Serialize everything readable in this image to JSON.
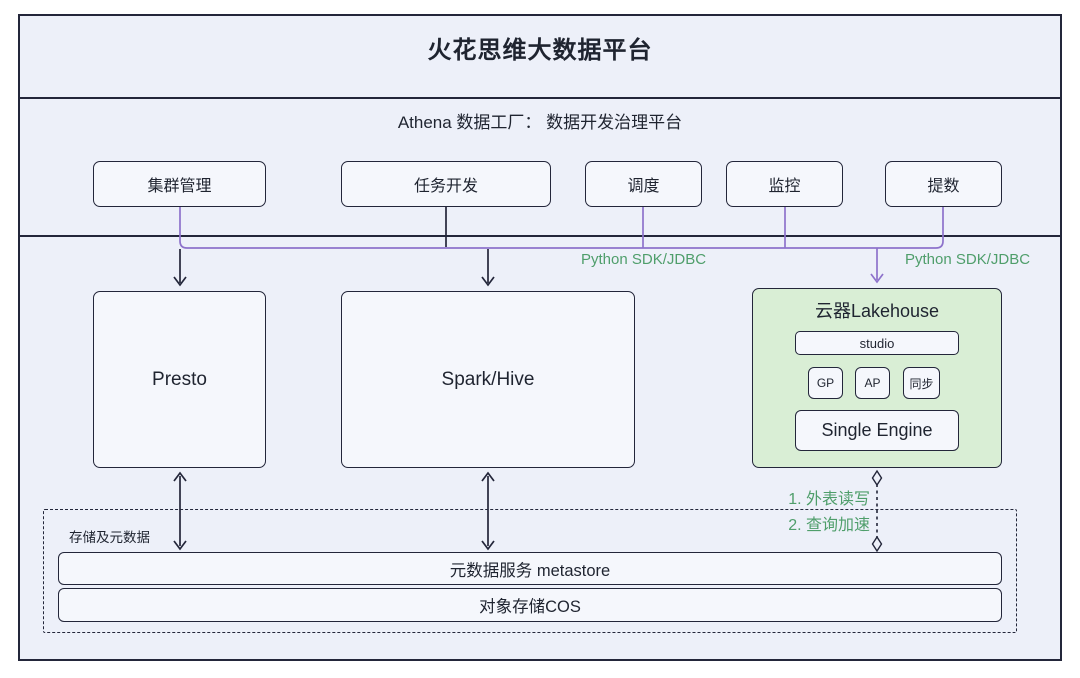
{
  "colors": {
    "background": "#edf0f9",
    "border": "#23263a",
    "box_fill": "#f5f7fc",
    "lakehouse_fill": "#d9eed5",
    "accent_purple": "#8d72cb",
    "accent_green": "#4f9e6b"
  },
  "title": "火花思维大数据平台",
  "athena": {
    "heading": "Athena 数据工厂： 数据开发治理平台",
    "modules": [
      {
        "label": "集群管理"
      },
      {
        "label": "任务开发"
      },
      {
        "label": "调度"
      },
      {
        "label": "监控"
      },
      {
        "label": "提数"
      }
    ]
  },
  "connections": {
    "sdk_left": "Python SDK/JDBC",
    "sdk_right": "Python SDK/JDBC",
    "lakehouse_notes": [
      {
        "label": "1. 外表读写"
      },
      {
        "label": "2. 查询加速"
      }
    ]
  },
  "engines": {
    "presto": "Presto",
    "spark_hive": "Spark/Hive"
  },
  "lakehouse": {
    "title": "云器Lakehouse",
    "studio": "studio",
    "units": [
      {
        "label": "GP"
      },
      {
        "label": "AP"
      },
      {
        "label": "同步"
      }
    ],
    "single_engine": "Single Engine"
  },
  "storage": {
    "label": "存储及元数据",
    "metastore": "元数据服务 metastore",
    "cos": "对象存储COS"
  }
}
